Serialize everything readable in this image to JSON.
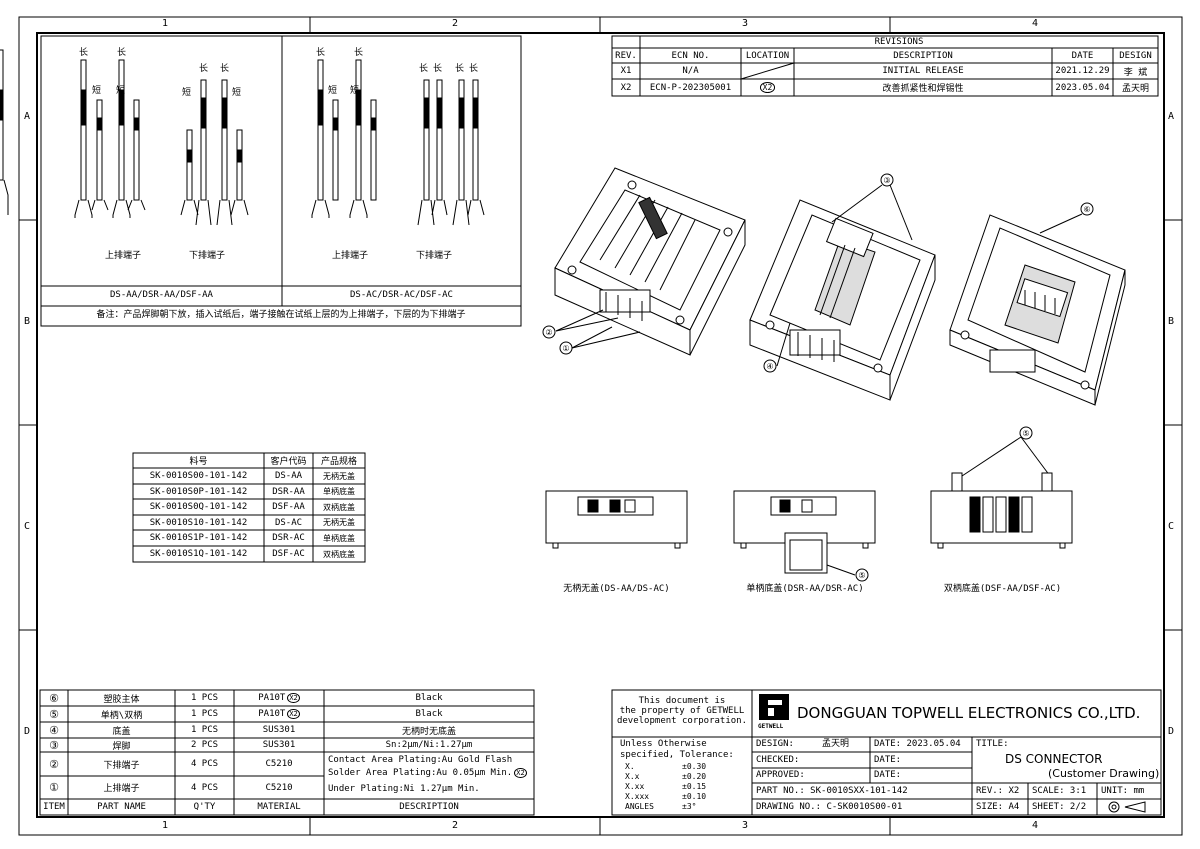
{
  "frame": {
    "columns": [
      "1",
      "2",
      "3",
      "4"
    ],
    "rows": [
      "A",
      "B",
      "C",
      "D"
    ]
  },
  "revisions": {
    "heading": "REVISIONS",
    "headers": [
      "REV.",
      "ECN NO.",
      "LOCATION",
      "DESCRIPTION",
      "DATE",
      "DESIGN"
    ],
    "rows": [
      {
        "rev": "X1",
        "ecn": "N/A",
        "loc": "",
        "desc": "INITIAL RELEASE",
        "date": "2021.12.29",
        "design": "李 斌"
      },
      {
        "rev": "X2",
        "ecn": "ECN-P-202305001",
        "loc": "X2",
        "desc": "改善抓紧性和焊锡性",
        "date": "2023.05.04",
        "design": "孟天明"
      }
    ]
  },
  "terminals": {
    "left_marks": [
      "长",
      "长",
      "短",
      "短"
    ],
    "left_marks2": [
      "长",
      "长",
      "短",
      "短"
    ],
    "right_marks": [
      "长",
      "长",
      "短",
      "短"
    ],
    "right_marks2": [
      "长",
      "长",
      "长",
      "长"
    ],
    "labels": [
      "上排端子",
      "下排端子",
      "上排端子",
      "下排端子"
    ],
    "series_left": "DS-AA/DSR-AA/DSF-AA",
    "series_right": "DS-AC/DSR-AC/DSF-AC",
    "note": "备注：产品焊脚朝下放，插入试纸后，端子接触在试纸上层的为上排端子，下层的为下排端子"
  },
  "callouts": [
    "①",
    "②",
    "③",
    "④",
    "⑤",
    "⑥"
  ],
  "part_table": {
    "headers": [
      "料号",
      "客户代码",
      "产品规格"
    ],
    "rows": [
      [
        "SK-0010S00-101-142",
        "DS-AA",
        "无柄无盖"
      ],
      [
        "SK-0010S0P-101-142",
        "DSR-AA",
        "单柄底盖"
      ],
      [
        "SK-0010S0Q-101-142",
        "DSF-AA",
        "双柄底盖"
      ],
      [
        "SK-0010S10-101-142",
        "DS-AC",
        "无柄无盖"
      ],
      [
        "SK-0010S1P-101-142",
        "DSR-AC",
        "单柄底盖"
      ],
      [
        "SK-0010S1Q-101-142",
        "DSF-AC",
        "双柄底盖"
      ]
    ]
  },
  "views": {
    "v1": "无柄无盖(DS-AA/DS-AC)",
    "v2": "单柄底盖(DSR-AA/DSR-AC)",
    "v3": "双柄底盖(DSF-AA/DSF-AC)"
  },
  "bom": {
    "headers": [
      "ITEM",
      "PART NAME",
      "Q'TY",
      "MATERIAL",
      "DESCRIPTION"
    ],
    "rows": [
      {
        "item": "⑥",
        "name": "塑胶主体",
        "qty": "1 PCS",
        "mat": "PA10T",
        "desc": "Black"
      },
      {
        "item": "⑤",
        "name": "单柄\\双柄",
        "qty": "1 PCS",
        "mat": "PA10T",
        "desc": "Black"
      },
      {
        "item": "④",
        "name": "底盖",
        "qty": "1 PCS",
        "mat": "SUS301",
        "desc": "无柄时无底盖"
      },
      {
        "item": "③",
        "name": "焊脚",
        "qty": "2 PCS",
        "mat": "SUS301",
        "desc": "Sn:2μm/Ni:1.27μm"
      },
      {
        "item": "②",
        "name": "下排端子",
        "qty": "4 PCS",
        "mat": "C5210",
        "desc": ""
      },
      {
        "item": "①",
        "name": "上排端子",
        "qty": "4 PCS",
        "mat": "C5210",
        "desc": ""
      }
    ],
    "plating1": "Contact Area Plating:Au Gold Flash",
    "plating2": "Solder Area Plating:Au 0.05μm Min.",
    "plating3": "Under Plating:Ni 1.27μm Min."
  },
  "tolerance": {
    "l1": "This document is",
    "l2": "the property of GETWELL",
    "l3": "development corporation.",
    "u1": "Unless Otherwise",
    "u2": "specified, Tolerance:",
    "rows": [
      [
        "X.",
        "±0.30"
      ],
      [
        "X.x",
        "±0.20"
      ],
      [
        "X.xx",
        "±0.15"
      ],
      [
        "X.xxx",
        "±0.10"
      ],
      [
        "ANGLES",
        "±3°"
      ]
    ]
  },
  "title_block": {
    "logo": "GETWELL",
    "company": "DONGGUAN TOPWELL ELECTRONICS CO.,LTD.",
    "design_label": "DESIGN:",
    "design_name": "孟天明",
    "checked_label": "CHECKED:",
    "approved_label": "APPROVED:",
    "date_label": "DATE:",
    "design_date": "DATE: 2023.05.04",
    "title_label": "TITLE:",
    "title1": "DS CONNECTOR",
    "title2": "(Customer Drawing)",
    "part_no": "PART NO.: SK-0010SXX-101-142",
    "rev": "REV.: X2",
    "scale": "SCALE: 3:1",
    "unit": "UNIT: mm",
    "drawing_no": "DRAWING NO.: C-SK0010S00-01",
    "size": "SIZE: A4",
    "sheet": "SHEET: 2/2"
  }
}
